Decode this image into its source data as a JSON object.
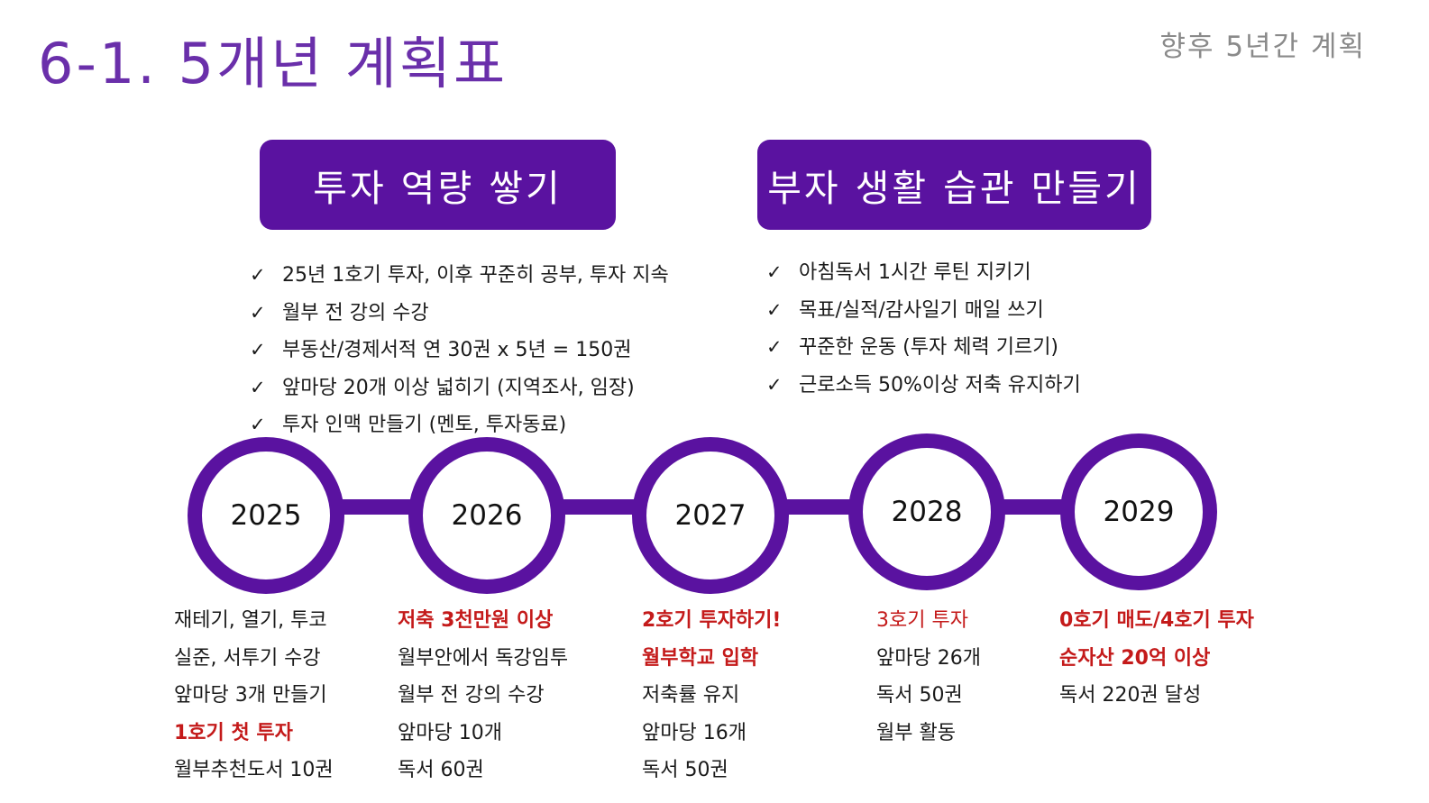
{
  "header": {
    "title": "6-1. 5개년 계획표",
    "subtitle": "향후 5년간 계획"
  },
  "goals": [
    {
      "label": "투자 역량 쌓기",
      "items": [
        "25년 1호기 투자, 이후 꾸준히 공부, 투자 지속",
        "월부 전 강의 수강",
        "부동산/경제서적 연 30권 x 5년 = 150권",
        "앞마당 20개 이상 넓히기 (지역조사, 임장)",
        "투자 인맥 만들기 (멘토, 투자동료)"
      ]
    },
    {
      "label": "부자 생활 습관 만들기",
      "items": [
        "아침독서 1시간 루틴 지키기",
        "목표/실적/감사일기 매일 쓰기",
        "꾸준한 운동 (투자 체력 기르기)",
        "근로소득 50%이상 저축 유지하기"
      ]
    }
  ],
  "check_symbol": "✓",
  "colors": {
    "accent": "#5a12a0",
    "title": "#6a2faa",
    "subtitle": "#8a8a8a",
    "highlight": "#c41a1a"
  },
  "timeline": [
    {
      "year": "2025",
      "lines": [
        {
          "text": "재테기, 열기, 투코",
          "style": "normal"
        },
        {
          "text": "실준, 서투기 수강",
          "style": "normal"
        },
        {
          "text": "앞마당 3개 만들기",
          "style": "normal"
        },
        {
          "text": "1호기 첫 투자",
          "style": "highlight-bold"
        },
        {
          "text": "월부추천도서 10권",
          "style": "normal"
        }
      ]
    },
    {
      "year": "2026",
      "lines": [
        {
          "text": "저축 3천만원 이상",
          "style": "highlight-bold"
        },
        {
          "text": "월부안에서 독강임투",
          "style": "normal"
        },
        {
          "text": "월부 전 강의 수강",
          "style": "normal"
        },
        {
          "text": "앞마당 10개",
          "style": "normal"
        },
        {
          "text": "독서 60권",
          "style": "normal"
        }
      ]
    },
    {
      "year": "2027",
      "lines": [
        {
          "text": "2호기 투자하기!",
          "style": "highlight-bold"
        },
        {
          "text": "월부학교 입학",
          "style": "highlight-bold"
        },
        {
          "text": "저축률 유지",
          "style": "normal"
        },
        {
          "text": "앞마당 16개",
          "style": "normal"
        },
        {
          "text": "독서 50권",
          "style": "normal"
        }
      ]
    },
    {
      "year": "2028",
      "lines": [
        {
          "text": "3호기 투자",
          "style": "highlight"
        },
        {
          "text": "앞마당 26개",
          "style": "normal"
        },
        {
          "text": "독서 50권",
          "style": "normal"
        },
        {
          "text": "월부 활동",
          "style": "normal"
        }
      ]
    },
    {
      "year": "2029",
      "lines": [
        {
          "text": "0호기 매도/4호기 투자",
          "style": "highlight-bold"
        },
        {
          "text": "순자산 20억 이상",
          "style": "highlight-bold"
        },
        {
          "text": "독서 220권 달성",
          "style": "normal"
        }
      ]
    }
  ]
}
